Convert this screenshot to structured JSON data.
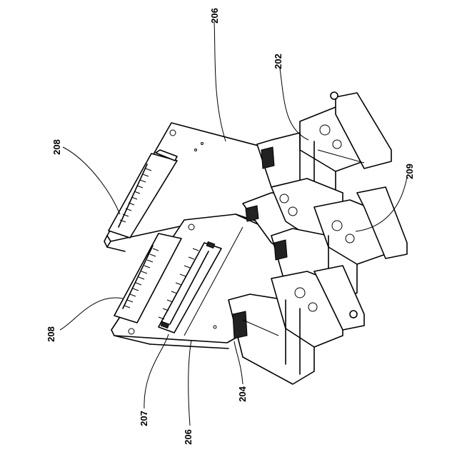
{
  "labels": {
    "ref_206_top": "206",
    "ref_202": "202",
    "ref_208_upper": "208",
    "ref_209": "209",
    "ref_208_lower": "208",
    "ref_207": "207",
    "ref_206_bottom": "206",
    "ref_204": "204"
  }
}
